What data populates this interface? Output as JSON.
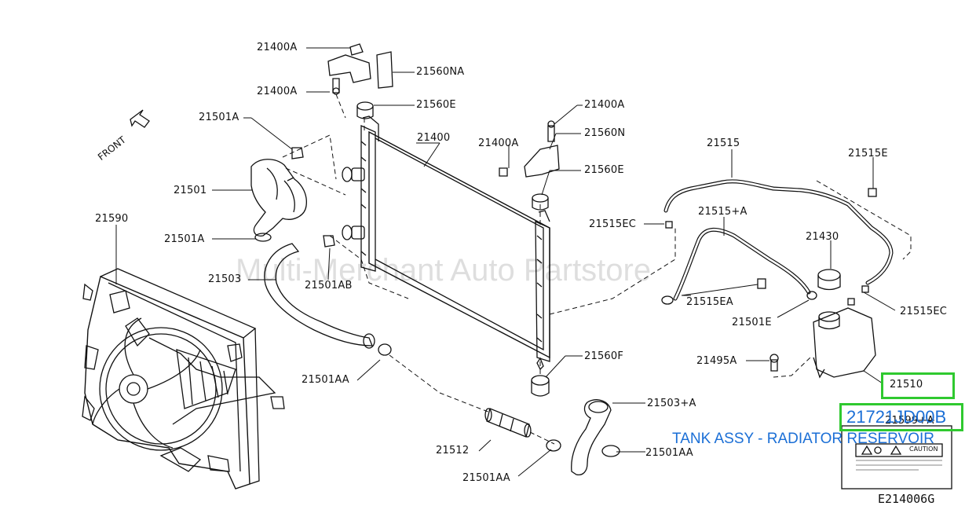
{
  "watermark": "Multi-Merchant Auto Partstore",
  "front_label": "FRONT",
  "diagram_code": "E214006G",
  "caution_text": "CAUTION",
  "labels": {
    "l21400A_top": "21400A",
    "l21400A_mid": "21400A",
    "l21560NA": "21560NA",
    "l21560E_top": "21560E",
    "l21501A_top": "21501A",
    "l21400": "21400",
    "l21400A_right": "21400A",
    "l21400A_right2": "21400A",
    "l21560N": "21560N",
    "l21560E_right": "21560E",
    "l21515": "21515",
    "l21515E": "21515E",
    "l21501": "21501",
    "l21590": "21590",
    "l21515EC_left": "21515EC",
    "l21515pA": "21515+A",
    "l21501A_bottom": "21501A",
    "l21430": "21430",
    "l21503": "21503",
    "l21501AB": "21501AB",
    "l21515EA": "21515EA",
    "l21515EC_right": "21515EC",
    "l21501E": "21501E",
    "l21495A": "21495A",
    "l21560F": "21560F",
    "l21501AA_left": "21501AA",
    "l21510": "21510",
    "l21503pA": "21503+A",
    "l21599pA": "21599+A",
    "l21512": "21512",
    "l21501AA_right": "21501AA",
    "l21501AA_bottom": "21501AA"
  },
  "highlight": {
    "part_number": "21721JD00B",
    "description": "TANK ASSY - RADIATOR RESERVOIR",
    "color": "#2fc92f",
    "text_color": "#1b6fd6"
  }
}
